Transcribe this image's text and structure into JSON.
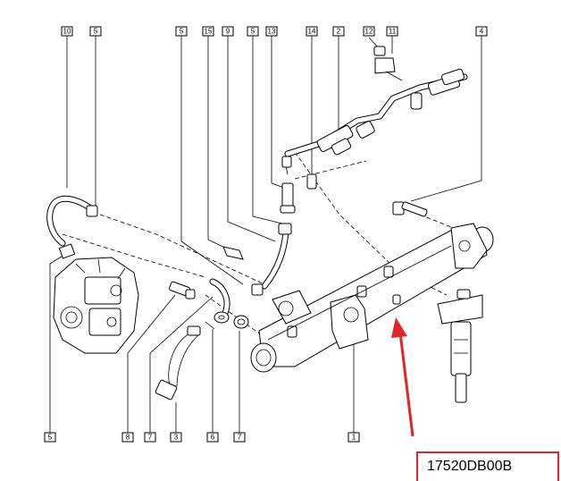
{
  "callouts": {
    "c10": "10",
    "c5a": "5",
    "c5b": "5",
    "c15": "15",
    "c9": "9",
    "c5c": "5",
    "c13": "13",
    "c14": "14",
    "c2": "2",
    "c12": "12",
    "c11": "11",
    "c4": "4",
    "c5d": "5",
    "c8": "8",
    "c7a": "7",
    "c3": "3",
    "c6": "6",
    "c7b": "7",
    "c1": "1"
  },
  "reference": {
    "part_number": "17520DB00B"
  },
  "colors": {
    "arrow": "#e0262b",
    "line": "#000000",
    "background": "#ffffff"
  }
}
